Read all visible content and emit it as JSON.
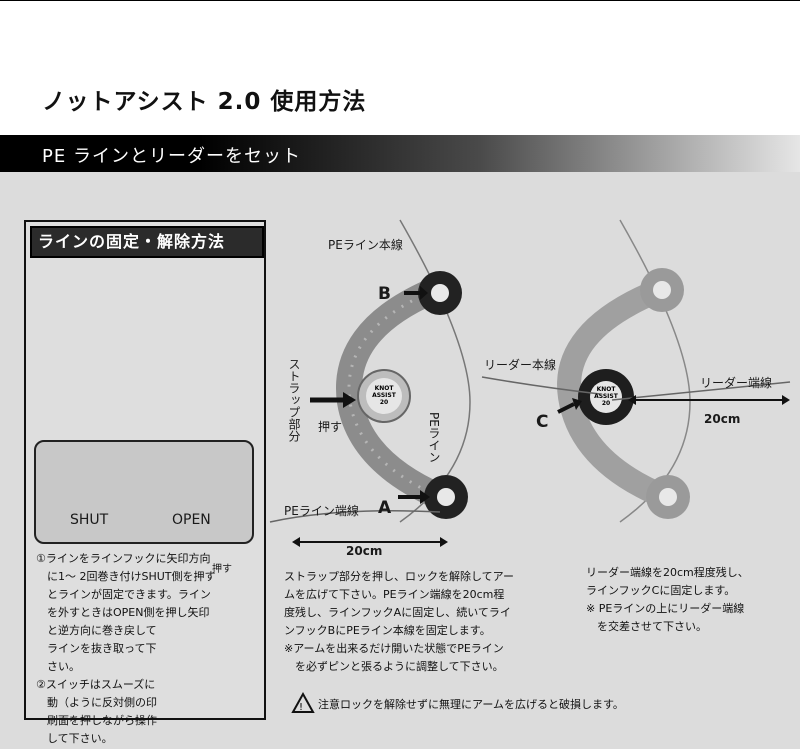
{
  "page_title": "ノットアシスト 2.0 使用方法",
  "banner": "PE ラインとリーダーをセット",
  "box": {
    "title": "ラインの固定・解除方法",
    "shut": "SHUT",
    "open": "OPEN",
    "push": "押す",
    "lines": [
      "①ラインをラインフックに矢印方向",
      "　に1～ 2回巻き付けSHUT側を押す",
      "　とラインが固定できます。ライン",
      "　を外すときはOPEN側を押し矢印",
      "　と逆方向に巻き戻して",
      "　ラインを抜き取って下",
      "　さい。",
      "②スイッチはスムーズに",
      "　動（ように反対側の印",
      "　刷面を押しながら操作",
      "　して下さい。"
    ]
  },
  "diagram_left": {
    "pe_main": "PEライン本線",
    "b": "B",
    "strap": "ストラップ部分",
    "push": "押す",
    "pe_line": "PEライン",
    "pe_end": "PEライン端線",
    "a": "A",
    "dist": "20cm",
    "hub": [
      "KNOT",
      "ASSIST",
      "20"
    ]
  },
  "diagram_right": {
    "leader_main": "リーダー本線",
    "leader_end": "リーダー端線",
    "c": "C",
    "dist": "20cm",
    "hub": [
      "KNOT",
      "ASSIST",
      "20"
    ]
  },
  "text_mid": [
    "ストラップ部分を押し、ロックを解除してアー",
    "ムを広げて下さい。PEライン端線を20cm程",
    "度残し、ラインフックAに固定し、続いてライ",
    "ンフックBにPEライン本線を固定します。",
    "※アームを出来るだけ開いた状態でPEライン",
    "　を必ずピンと張るように調整して下さい。"
  ],
  "text_right": [
    "リーダー端線を20cm程度残し、",
    "ラインフックCに固定します。",
    "※ PEラインの上にリーダー端線",
    "　を交差させて下さい。"
  ],
  "warning": "注意ロックを解除せずに無理にアームを広げると破損します。",
  "icons": [
    "warning-icon",
    "arrow-icon",
    "knot-assist-tool"
  ]
}
